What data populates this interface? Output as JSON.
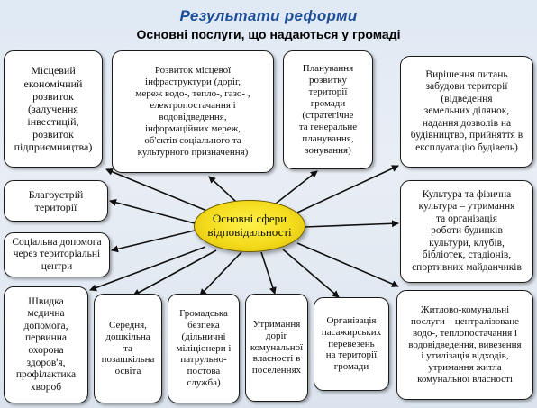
{
  "header": {
    "title": "Результати реформи",
    "subtitle": "Основні послуги, що надаються у громаді"
  },
  "center": {
    "label": "Основні сфери\nвідповідальності"
  },
  "boxes": {
    "economic": "Місцевий\nекономічний\nрозвиток\n(залучення\nінвестицій,\nрозвиток\nпідприємництва)",
    "infrastructure": "Розвиток місцевої\nінфраструктури (доріг,\nмереж водо-, тепло-, газо- ,\nелектропостачання і\nводовідведення,\nінформаційних мереж,\nоб'єктів соціального та\nкультурного  призначення)",
    "planning": "Планування\nрозвитку\nтериторії\nгромади\n(стратегічне\nта генеральне\nпланування,\nзонування)",
    "land": "Вирішення питань\nзабудови території\n(відведення\nземельних ділянок,\nнадання дозволів на\nбудівництво, прийняття в\nексплуатацію будівель)",
    "improvement": "Благоустрій\nтериторії",
    "social": "Соціальна допомога\nчерез територіальні\nцентри",
    "culture": "Культура та фізична\nкультура – утримання\nта організація\nроботи будинків\nкультури, клубів,\nбібліотек, стадіонів,\nспортивних майданчиків",
    "medical": "Швидка\nмедична\nдопомога,\nпервинна\nохорона\nздоров'я,\nпрофілактика\nхвороб",
    "education": "Середня,\nдошкільна\nта\nпозашкільна\nосвіта",
    "security": "Громадська\nбезпека\n(дільничні\nміліціонери і\nпатрульно-\nпостова\nслужба)",
    "roads": "Утримання\nдоріг\nкомунальної\nвласності в\nпоселеннях",
    "transport": "Організація\nпасажирських\nперевезень\nна території\nгромади",
    "housing": "Житлово-комунальні\nпослуги – централізоване\nводо-, теплопостачання і\nводовідведення, вивезення\nі утилізація відходів,\nутримання житла\nкомунальної власності"
  },
  "colors": {
    "title": "#1f4f99",
    "center_fill": "#f4dc1c",
    "background": "#e3eaf3"
  }
}
